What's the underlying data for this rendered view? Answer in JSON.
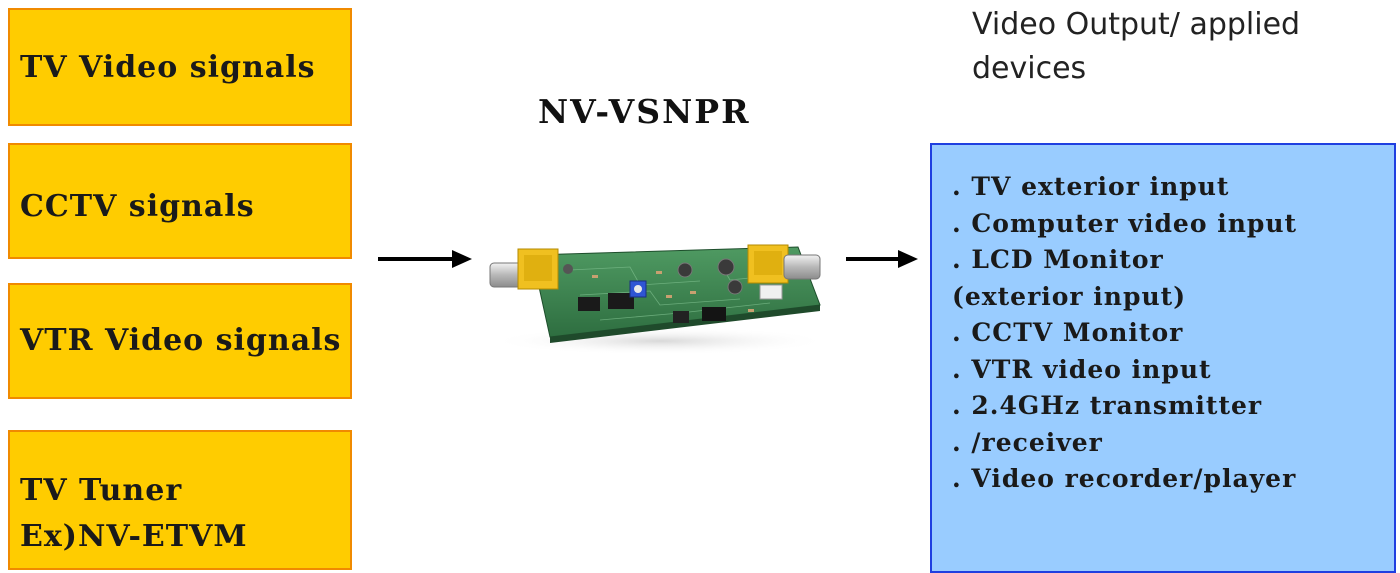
{
  "sources": [
    {
      "lines": [
        "TV Video signals"
      ]
    },
    {
      "lines": [
        "CCTV signals"
      ]
    },
    {
      "lines": [
        "VTR Video signals"
      ]
    },
    {
      "lines": [
        "TV Tuner",
        "Ex)NV-ETVM"
      ]
    }
  ],
  "device": {
    "title": "NV-VSNPR"
  },
  "output": {
    "title_lines": [
      "Video Output/ applied",
      "devices"
    ],
    "items": [
      ". TV exterior input",
      ". Computer video input",
      ". LCD Monitor",
      " (exterior input)",
      ". CCTV Monitor",
      ". VTR video input",
      ". 2.4GHz transmitter",
      ". /receiver",
      ". Video recorder/player"
    ]
  },
  "colors": {
    "source_fill": "#ffcc00",
    "source_border": "#f08a00",
    "output_fill": "#99ccff",
    "output_border": "#1f3fe0"
  }
}
